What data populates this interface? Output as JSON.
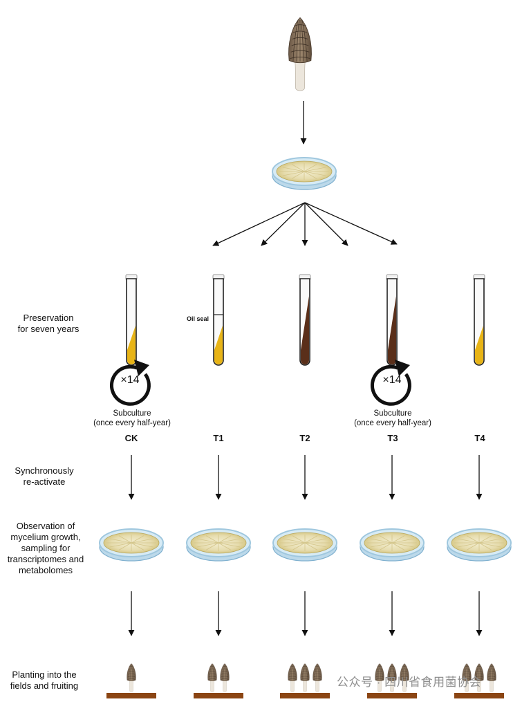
{
  "steps": {
    "preservation": "Preservation\nfor seven years",
    "reactivate": "Synchronously\nre-activate",
    "observation": "Observation of\nmycelium growth,\nsampling for\ntranscriptomes and\nmetabolomes",
    "planting": "Planting into the\nfields and fruiting"
  },
  "oil_seal": "Oil seal",
  "subculture": {
    "count": "×14",
    "line1": "Subculture",
    "line2": "(once every half-year)"
  },
  "groups": [
    {
      "label": "CK",
      "medium": "agar",
      "subculture": true,
      "oil_seal": false,
      "fruit_count": 1
    },
    {
      "label": "T1",
      "medium": "agar",
      "subculture": false,
      "oil_seal": true,
      "fruit_count": 2
    },
    {
      "label": "T2",
      "medium": "dark",
      "subculture": false,
      "oil_seal": false,
      "fruit_count": 3
    },
    {
      "label": "T3",
      "medium": "dark",
      "subculture": true,
      "oil_seal": false,
      "fruit_count": 3
    },
    {
      "label": "T4",
      "medium": "agar",
      "subculture": false,
      "oil_seal": false,
      "fruit_count": 3
    }
  ],
  "colors": {
    "agar": "#e8b416",
    "dark_medium": "#5a2f1a",
    "dish_rim": "#9fc7de",
    "mycelium": "#e6dcae",
    "soil": "#8b4513",
    "morel_cap": "#8a7460",
    "morel_stem": "#ece6dc"
  },
  "watermark": "公众号 · 四川省食用菌协会"
}
